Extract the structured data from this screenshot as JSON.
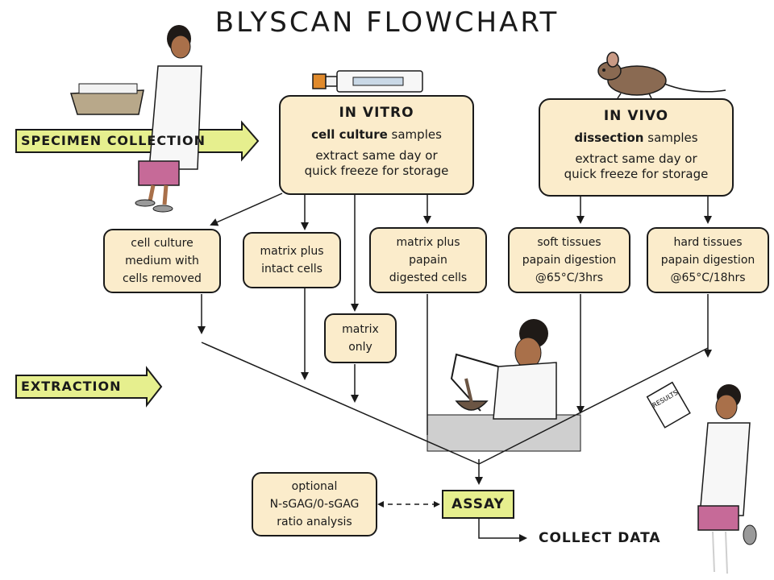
{
  "title": "BLYSCAN FLOWCHART",
  "stages": {
    "specimen": "SPECIMEN COLLECTION",
    "extraction": "EXTRACTION"
  },
  "in_vitro": {
    "heading": "IN VITRO",
    "samples_bold": "cell culture",
    "samples_rest": " samples",
    "note_line1": "extract same day or",
    "note_line2": "quick freeze for storage"
  },
  "in_vivo": {
    "heading": "IN VIVO",
    "samples_bold": "dissection",
    "samples_rest": " samples",
    "note_line1": "extract same day or",
    "note_line2": "quick freeze for storage"
  },
  "steps": {
    "medium": [
      "cell culture",
      "medium with",
      "cells removed"
    ],
    "intact": [
      "matrix plus",
      "intact cells"
    ],
    "matrix_only": [
      "matrix",
      "only"
    ],
    "papain_cells": [
      "matrix plus",
      "papain",
      "digested cells"
    ],
    "soft": [
      "soft tissues",
      "papain digestion",
      "@65°C/3hrs"
    ],
    "hard": [
      "hard tissues",
      "papain digestion",
      "@65°C/18hrs"
    ]
  },
  "optional": [
    "optional",
    "N-sGAG/0-sGAG",
    "ratio analysis"
  ],
  "assay": "ASSAY",
  "collect": "COLLECT DATA",
  "results_sheet": "RESULTS",
  "colors": {
    "box_fill": "#fbeccb",
    "label_arrow": "#e6ef8e",
    "assay_fill": "#e6ef8e",
    "line": "#1a1a1a"
  }
}
